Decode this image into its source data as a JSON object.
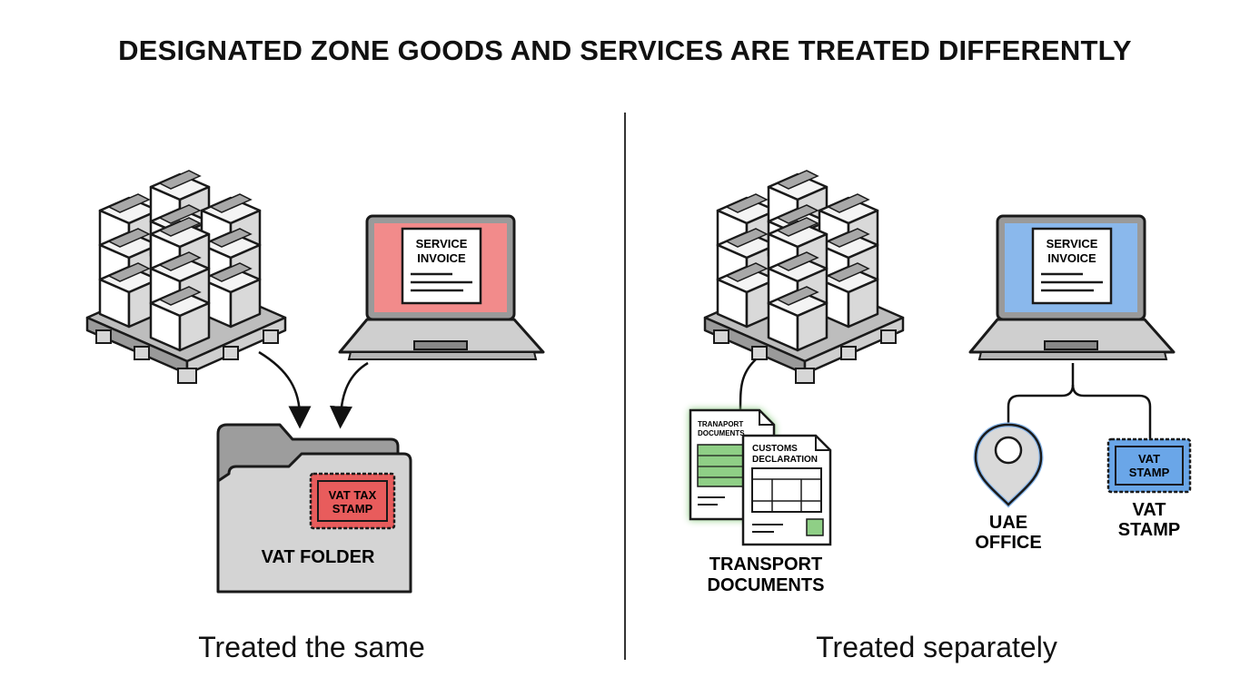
{
  "title": "DESIGNATED ZONE GOODS AND SERVICES ARE TREATED DIFFERENTLY",
  "left": {
    "laptop": {
      "doc_line1": "SERVICE",
      "doc_line2": "INVOICE",
      "screen_color": "#f28b8b"
    },
    "folder": {
      "label": "VAT FOLDER",
      "stamp_line1": "VAT TAX",
      "stamp_line2": "STAMP",
      "stamp_color": "#e85c5c"
    },
    "caption": "Treated the same"
  },
  "right": {
    "laptop": {
      "doc_line1": "SERVICE",
      "doc_line2": "INVOICE",
      "screen_color": "#8ab8ec"
    },
    "docs": {
      "back_line1": "TRANAPORT",
      "back_line2": "DOCUMENTS",
      "front_line1": "CUSTOMS",
      "front_line2": "DECLARATION",
      "label_line1": "TRANSPORT",
      "label_line2": "DOCUMENTS",
      "accent_color": "#8fcf86"
    },
    "office": {
      "label_line1": "UAE",
      "label_line2": "OFFICE",
      "icon": "location-pin-icon"
    },
    "stamp": {
      "stamp_line1": "VAT",
      "stamp_line2": "STAMP",
      "label_line1": "VAT",
      "label_line2": "STAMP",
      "stamp_color": "#6aa6e8"
    },
    "caption": "Treated separately"
  }
}
